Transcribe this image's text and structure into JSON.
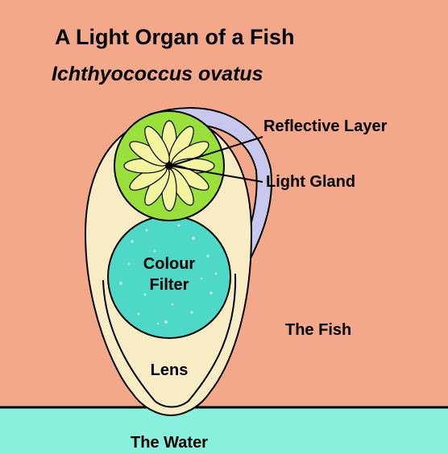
{
  "title": "A Light Organ of a Fish",
  "subtitle": "Ichthyococcus ovatus",
  "labels": {
    "reflective_layer": "Reflective Layer",
    "light_gland": "Light Gland",
    "colour_filter_line1": "Colour",
    "colour_filter_line2": "Filter",
    "lens": "Lens",
    "fish": "The Fish",
    "water": "The Water"
  },
  "colors": {
    "fish_body": "#f4a88a",
    "water": "#88f0dc",
    "reflective_layer": "#c8c8ee",
    "lens": "#f8ecc4",
    "light_gland": "#9ae03a",
    "gland_petals": "#f4f4a0",
    "colour_filter": "#4ed8c8",
    "outline": "#000000"
  }
}
